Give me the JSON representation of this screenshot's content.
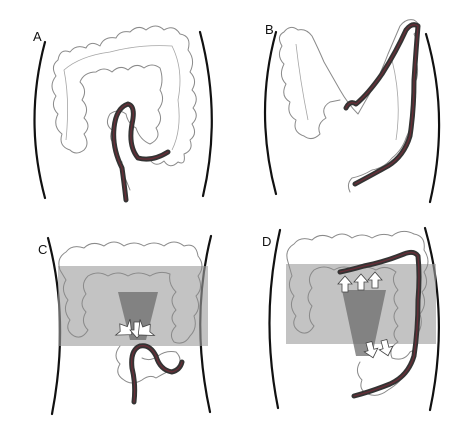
{
  "panels": [
    {
      "id": "A",
      "label": "A"
    },
    {
      "id": "B",
      "label": "B"
    },
    {
      "id": "C",
      "label": "C"
    },
    {
      "id": "D",
      "label": "D"
    }
  ],
  "colors": {
    "background": "#ffffff",
    "colon_outline": "#8a8a8a",
    "endoscope": "#333333",
    "endoscope_core": "#7a2e3a",
    "compression_band": "#9e9e9e",
    "pressure_cone": "#6c6c6c",
    "arrow_fill": "#ffffff"
  },
  "icons": {
    "pressure_arrow": "arrow-icon"
  }
}
